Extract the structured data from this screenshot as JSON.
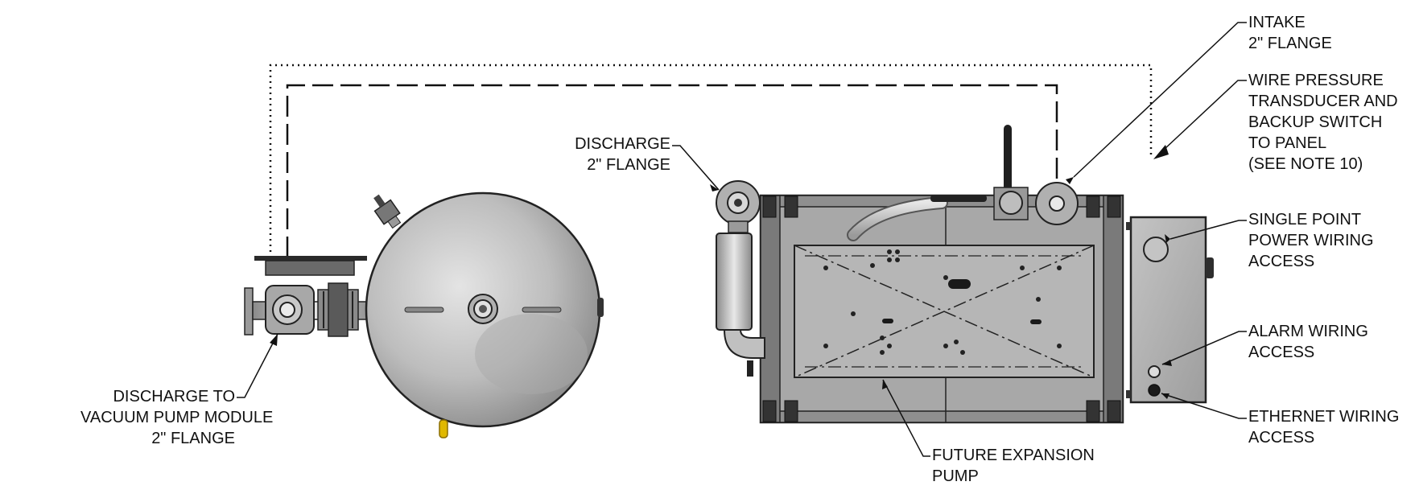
{
  "colors": {
    "line": "#111111",
    "metal_light": "#d0d0d0",
    "metal_mid": "#9a9a9a",
    "metal_dark": "#555555",
    "accent_yellow": "#e0b800"
  },
  "labels": {
    "discharge_vacuum": [
      "DISCHARGE TO",
      "VACUUM PUMP MODULE",
      "2\" FLANGE"
    ],
    "discharge_flange": [
      "DISCHARGE",
      "2\" FLANGE"
    ],
    "intake": [
      "INTAKE",
      "2\" FLANGE"
    ],
    "wire_pressure": [
      "WIRE PRESSURE",
      "TRANSDUCER AND",
      "BACKUP SWITCH",
      "TO PANEL",
      "(SEE NOTE 10)"
    ],
    "single_point": [
      "SINGLE POINT",
      "POWER WIRING",
      "ACCESS"
    ],
    "alarm": [
      "ALARM WIRING",
      "ACCESS"
    ],
    "ethernet": [
      "ETHERNET WIRING",
      "ACCESS"
    ],
    "future": [
      "FUTURE EXPANSION",
      "PUMP"
    ]
  }
}
